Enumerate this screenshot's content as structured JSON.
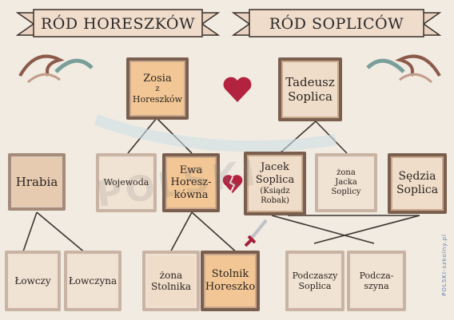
{
  "banners": {
    "left": "RÓD HORESZKÓW",
    "right": "RÓD SOPLICÓW"
  },
  "people": {
    "zosia": [
      "Zosia",
      "z",
      "Horeszków"
    ],
    "tadeusz": [
      "Tadeusz",
      "Soplica"
    ],
    "hrabia": [
      "Hrabia"
    ],
    "wojewoda": [
      "Wojewoda"
    ],
    "ewa": [
      "Ewa",
      "Horesz-",
      "kówna"
    ],
    "jacek": [
      "Jacek",
      "Soplica",
      "(Ksiądz",
      "Robak)"
    ],
    "zona_jacka": [
      "żona",
      "Jacka",
      "Soplicy"
    ],
    "sedzia": [
      "Sędzia",
      "Soplica"
    ],
    "lowczy": [
      "Łowczy"
    ],
    "lowczyna": [
      "Łowczyna"
    ],
    "zona_stolnika": [
      "żona",
      "Stolnika"
    ],
    "stolnik": [
      "Stolnik",
      "Horeszko"
    ],
    "podczaszy": [
      "Podczaszy",
      "Soplica"
    ],
    "podczaszyna": [
      "Podcza-",
      "szyna"
    ]
  },
  "icons": {
    "heart": "heart-icon",
    "broken_heart": "broken-heart-icon",
    "dagger": "dagger-icon"
  },
  "colors": {
    "heart": "#b3223f",
    "orange_fill": "#f3c795",
    "dark_frame": "#7b5f4e"
  },
  "watermark": "POLSKI",
  "side_logo": "POLSKI-szkolny.pl"
}
